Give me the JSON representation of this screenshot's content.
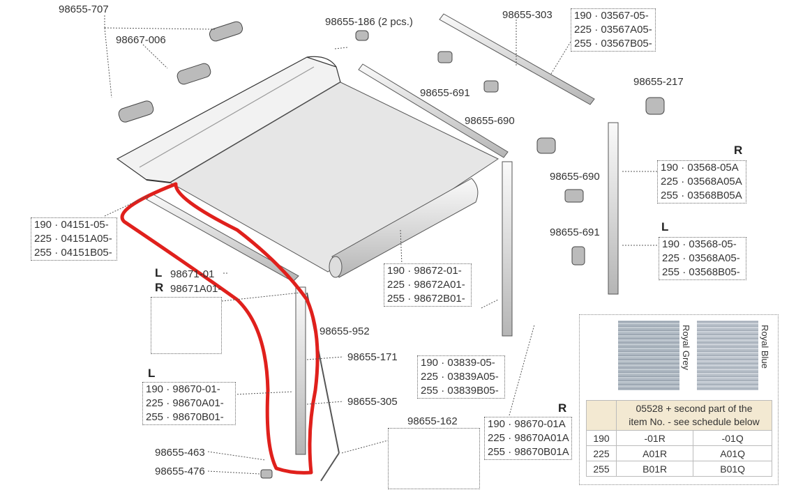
{
  "part_labels": {
    "p98655_707": "98655-707",
    "p98667_006": "98667-006",
    "p98655_186": "98655-186 (2 pcs.)",
    "p98655_303": "98655-303",
    "p98655_691_top": "98655-691",
    "p98655_690_top": "98655-690",
    "p98655_217": "98655-217",
    "p98655_690_right": "98655-690",
    "p98655_691_right": "98655-691",
    "p98671_01": "98671-01",
    "p98671A01": "98671A01-",
    "p98655_952": "98655-952",
    "p98655_171": "98655-171",
    "p98655_305": "98655-305",
    "p98655_162": "98655-162",
    "p98655_463": "98655-463",
    "p98655_476": "98655-476"
  },
  "side_marks": {
    "r_top": "R",
    "l_right": "L",
    "l_arm": "L",
    "r_arm": "R",
    "l_leg": "L",
    "r_leg": "R"
  },
  "boxes": {
    "top_right": [
      "190 · 03567-05-",
      "225 · 03567A05-",
      "255 · 03567B05-"
    ],
    "r_leg_upper": [
      "190 · 03568-05A",
      "225 · 03568A05A",
      "255 · 03568B05A"
    ],
    "l_leg_upper": [
      "190 · 03568-05-",
      "225 · 03568A05-",
      "255 · 03568B05-"
    ],
    "front_bar": [
      "190 · 04151-05-",
      "225 · 04151A05-",
      "255 · 04151B05-"
    ],
    "roller": [
      "190 · 98672-01-",
      "225 · 98672A01-",
      "255 · 98672B01-"
    ],
    "leg_mid": [
      "190 · 03839-05-",
      "225 · 03839A05-",
      "255 · 03839B05-"
    ],
    "l_leg": [
      "190 · 98670-01-",
      "225 · 98670A01-",
      "255 · 98670B01-"
    ],
    "r_leg": [
      "190 · 98670-01A",
      "225 · 98670A01A",
      "255 · 98670B01A"
    ]
  },
  "fabric": {
    "swatches": [
      {
        "name": "Royal Grey",
        "color": "#a9b3bd"
      },
      {
        "name": "Royal Blue",
        "color": "#b5bcc6"
      }
    ],
    "schedule_header": [
      "05528 + second part of the",
      "item No. - see schedule below"
    ],
    "rows": [
      {
        "size": "190",
        "grey": "-01R",
        "blue": "-01Q"
      },
      {
        "size": "225",
        "grey": "A01R",
        "blue": "A01Q"
      },
      {
        "size": "255",
        "grey": "B01R",
        "blue": "B01Q"
      }
    ]
  },
  "colors": {
    "highlight": "#e0201c",
    "line": "#555555",
    "header_bg": "#f3e9d2"
  }
}
